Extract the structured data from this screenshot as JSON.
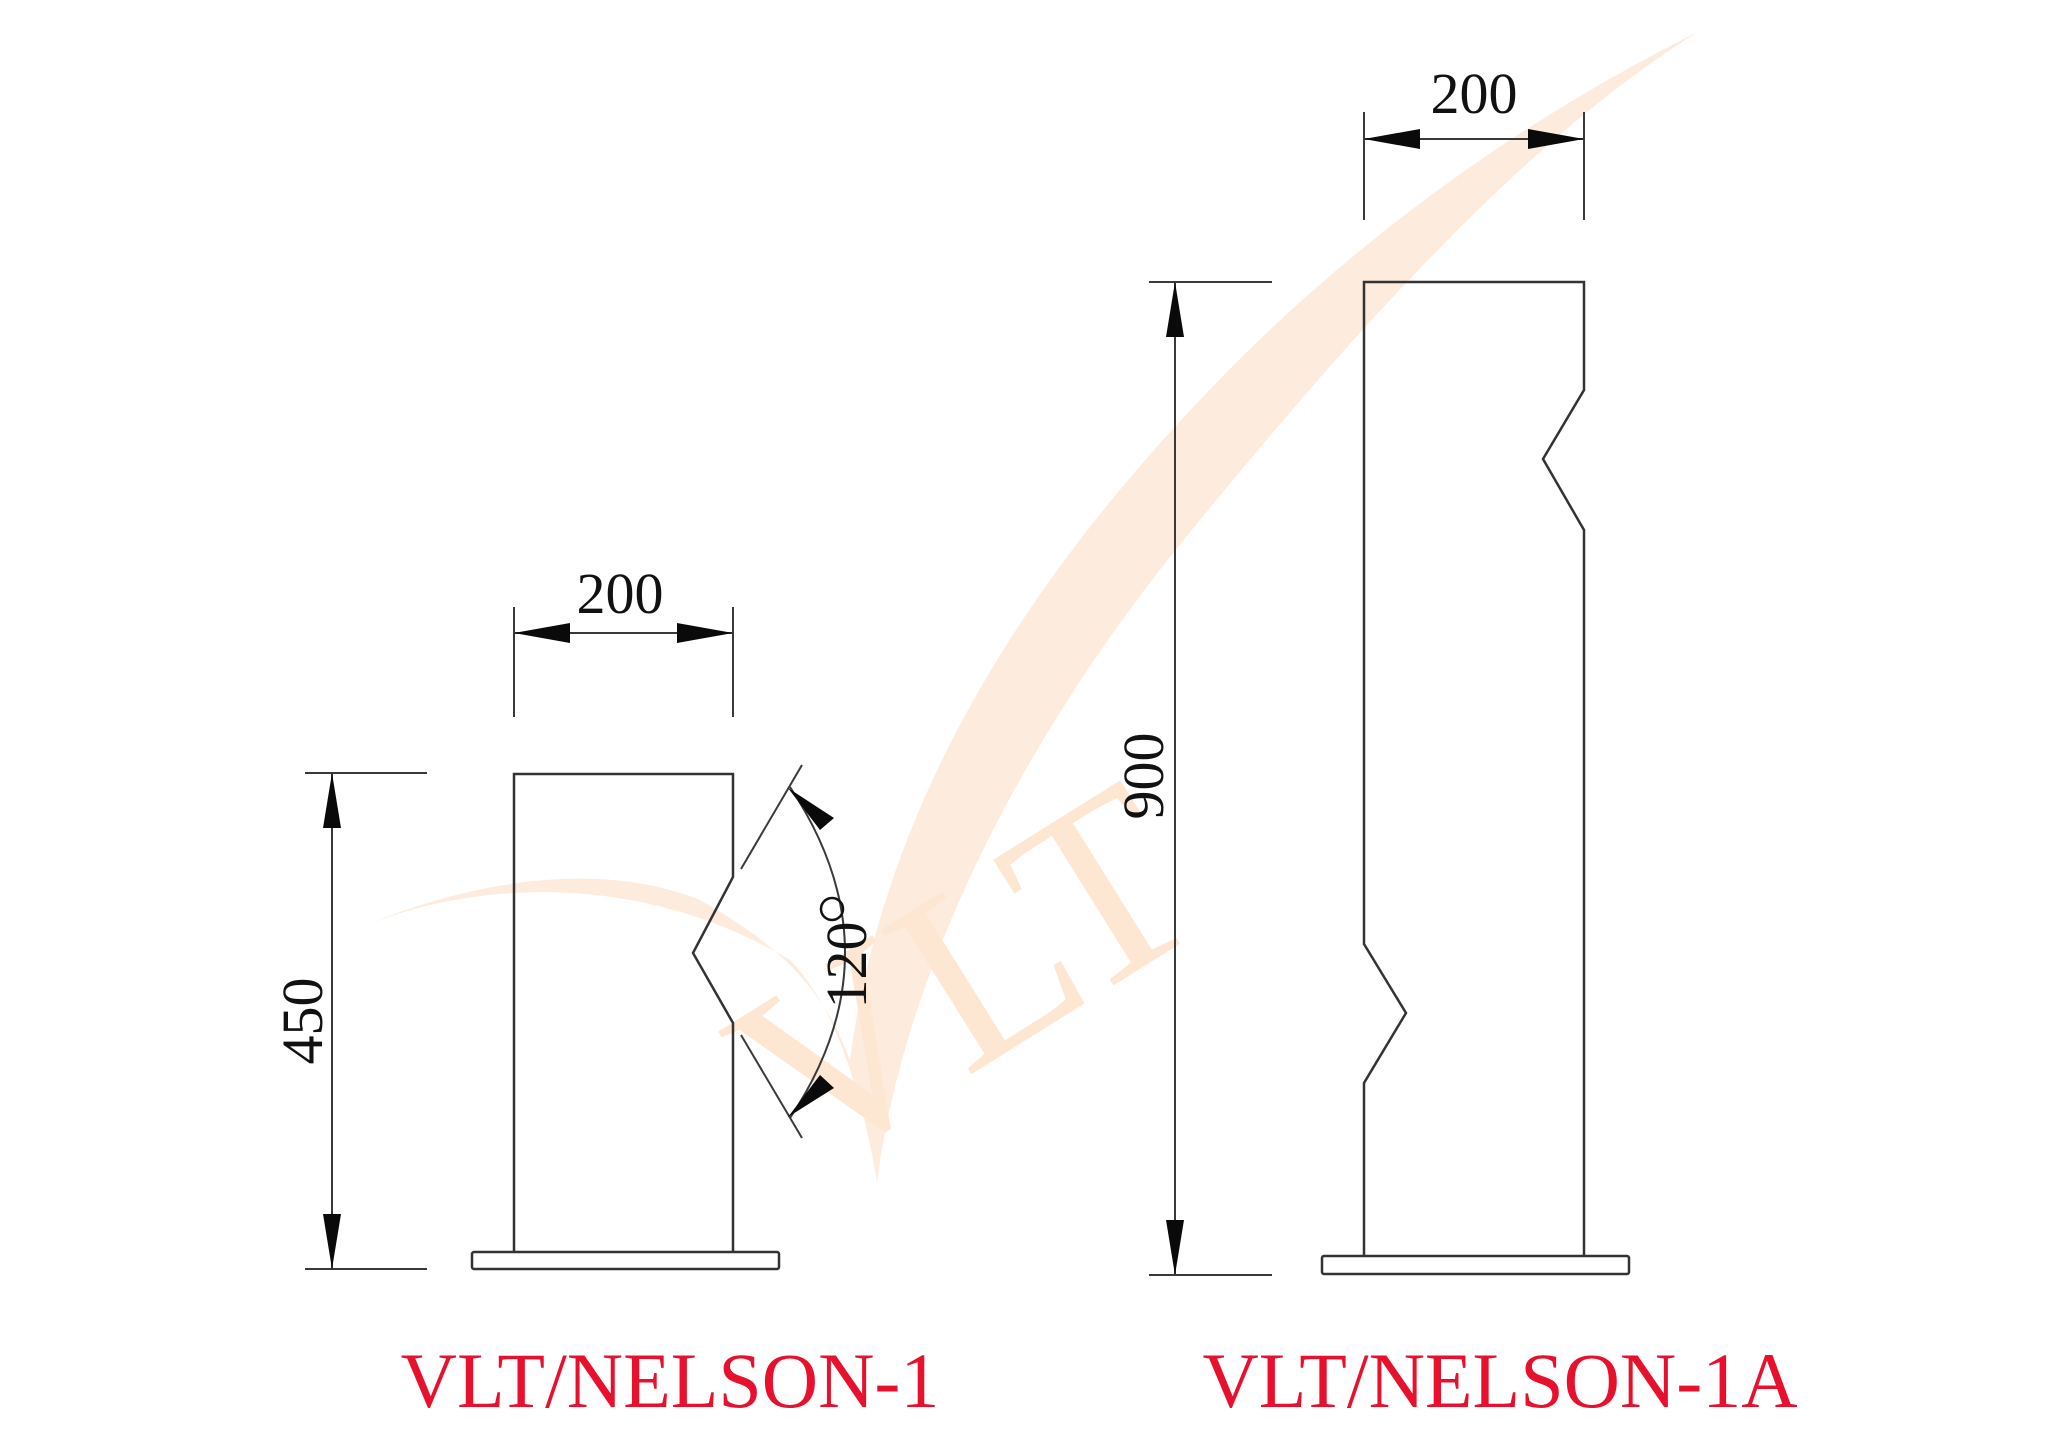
{
  "drawing": {
    "watermark": {
      "text": "VLT",
      "color": "#fdebdc",
      "swoosh_color": "#fdebdc"
    },
    "colors": {
      "line": "#333333",
      "text": "#111111",
      "label": "#e8112d"
    },
    "posts": [
      {
        "id": "nelson-1",
        "label": "VLT/NELSON-1",
        "width_dim": "200",
        "height_dim": "450",
        "angle_dim": "120",
        "angle_unit": "°",
        "notches": 1
      },
      {
        "id": "nelson-1a",
        "label": "VLT/NELSON-1A",
        "width_dim": "200",
        "height_dim": "900",
        "notches": 2
      }
    ]
  }
}
